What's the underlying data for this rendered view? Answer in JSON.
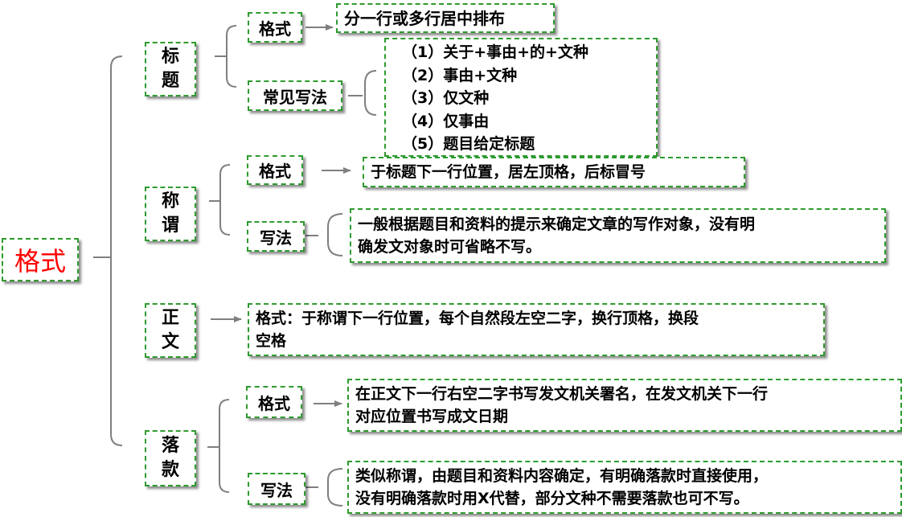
{
  "root": {
    "label": "格式",
    "color": "#ff0000"
  },
  "accent_color": "#2e9b2e",
  "sections": [
    {
      "chars": [
        "标",
        "题"
      ],
      "items": [
        {
          "label": "格式",
          "lines": [
            "分一行或多行居中排布"
          ]
        },
        {
          "label": "常见写法",
          "lines": [
            "（1）关于+事由+的+文种",
            "（2）事由+文种",
            "（3）仅文种",
            "（4）仅事由",
            "（5）题目给定标题"
          ]
        }
      ]
    },
    {
      "chars": [
        "称",
        "谓"
      ],
      "items": [
        {
          "label": "格式",
          "lines": [
            "于标题下一行位置，居左顶格，后标冒号"
          ]
        },
        {
          "label": "写法",
          "lines": [
            "一般根据题目和资料的提示来确定文章的写作对象，没有明",
            "确发文对象时可省略不写。"
          ]
        }
      ]
    },
    {
      "chars": [
        "正",
        "文"
      ],
      "content": {
        "lines": [
          "格式：于称谓下一行位置，每个自然段左空二字，换行顶格，换段",
          "空格"
        ]
      }
    },
    {
      "chars": [
        "落",
        "款"
      ],
      "items": [
        {
          "label": "格式",
          "lines": [
            "在正文下一行右空二字书写发文机关署名，在发文机关下一行",
            "对应位置书写成文日期"
          ]
        },
        {
          "label": "写法",
          "lines": [
            "类似称谓，由题目和资料内容确定，有明确落款时直接使用，",
            "没有明确落款时用X代替，部分文种不需要落款也可不写。"
          ]
        }
      ]
    }
  ]
}
